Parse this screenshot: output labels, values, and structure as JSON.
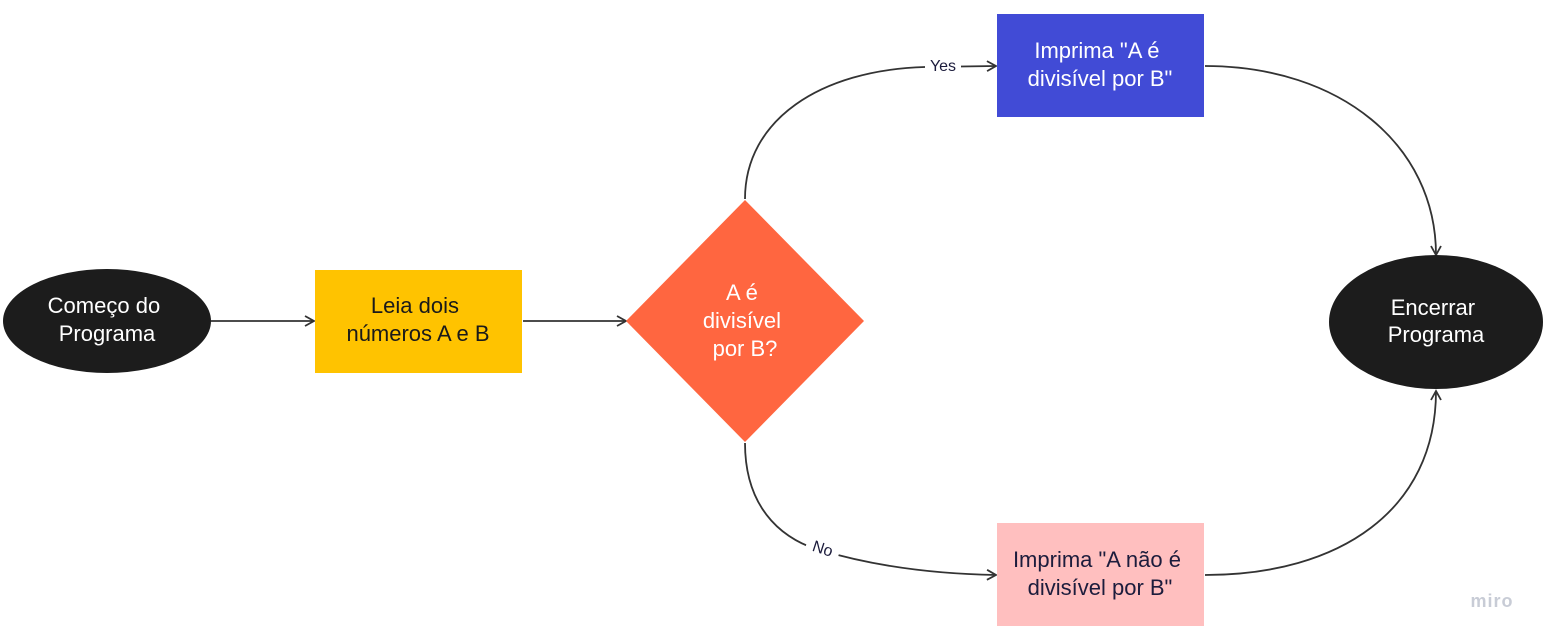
{
  "diagram": {
    "nodes": {
      "start": {
        "lines": [
          "Começo do",
          "Programa"
        ],
        "fill": "#1c1c1c",
        "text_color": "#ffffff"
      },
      "read": {
        "lines": [
          "Leia dois",
          "números A e B"
        ],
        "fill": "#ffc300",
        "text_color": "#1a1a1a"
      },
      "decision": {
        "lines": [
          "A é",
          "divisível",
          "por B?"
        ],
        "fill": "#ff6640",
        "text_color": "#ffffff"
      },
      "yes_box": {
        "lines": [
          "Imprima \"A é",
          "divisível por B\""
        ],
        "fill": "#414bd6",
        "text_color": "#ffffff"
      },
      "no_box": {
        "lines": [
          "Imprima \"A não é",
          "divisível por B\""
        ],
        "fill": "#ffbfbf",
        "text_color": "#1c1c3c"
      },
      "end": {
        "lines": [
          "Encerrar",
          "Programa"
        ],
        "fill": "#1c1c1c",
        "text_color": "#ffffff"
      }
    },
    "edges": {
      "yes_label": "Yes",
      "no_label": "No"
    },
    "line_color": "#333333",
    "watermark": "miro"
  }
}
